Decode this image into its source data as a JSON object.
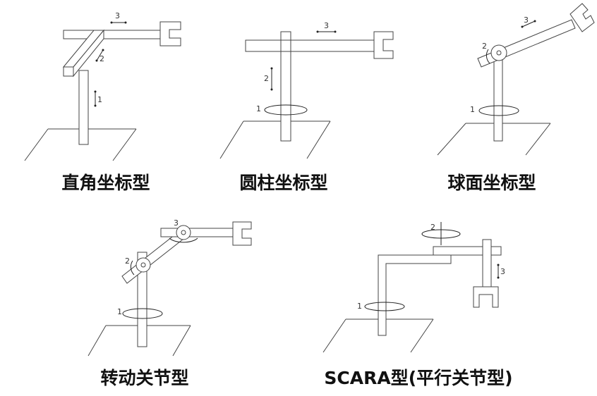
{
  "diagrams": [
    {
      "label": "直角坐标型",
      "axes": [
        "1",
        "2",
        "3"
      ]
    },
    {
      "label": "圆柱坐标型",
      "axes": [
        "1",
        "2",
        "3"
      ]
    },
    {
      "label": "球面坐标型",
      "axes": [
        "1",
        "2",
        "3"
      ]
    },
    {
      "label": "转动关节型",
      "axes": [
        "1",
        "2",
        "3"
      ]
    },
    {
      "label": "SCARA型(平行关节型)",
      "axes": [
        "1",
        "2",
        "3"
      ]
    }
  ]
}
